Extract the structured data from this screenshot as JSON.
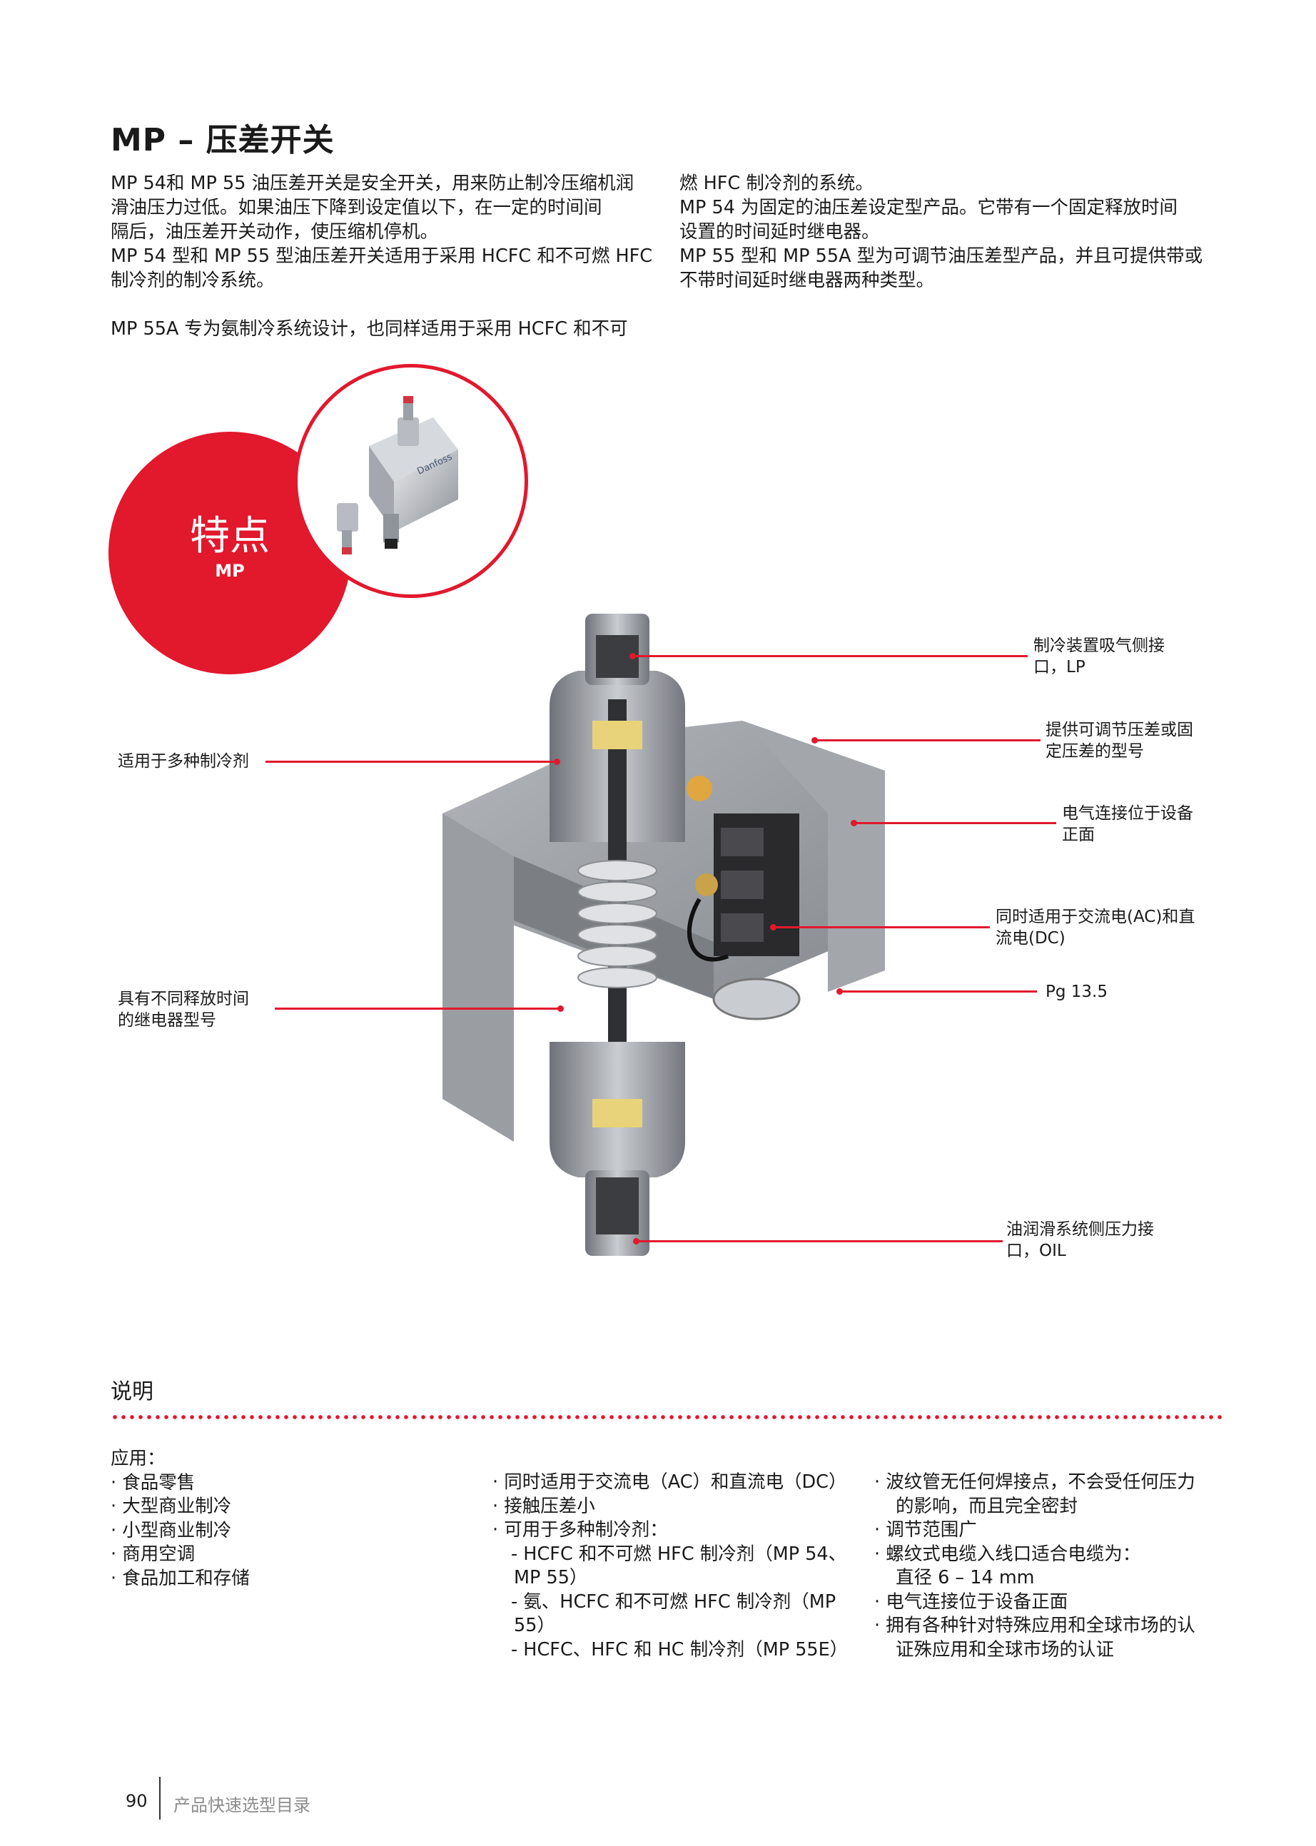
{
  "title": "MP – 压差开关",
  "intro_left": [
    "MP 54和 MP 55 油压差开关是安全开关，用来防止制冷压缩机润",
    "滑油压力过低。如果油压下降到设定值以下，在一定的时间间",
    "隔后，油压差开关动作，使压缩机停机。",
    "MP 54 型和 MP 55 型油压差开关适用于采用 HCFC 和不可燃 HFC",
    "制冷剂的制冷系统。",
    "",
    "MP 55A 专为氨制冷系统设计，也同样适用于采用 HCFC 和不可"
  ],
  "intro_right": [
    "燃 HFC 制冷剂的系统。",
    "MP 54 为固定的油压差设定型产品。它带有一个固定释放时间",
    "设置的时间延时继电器。",
    "MP 55 型和 MP 55A 型为可调节油压差型产品，并且可提供带或",
    "不带时间延时继电器两种类型。"
  ],
  "features": {
    "title": "特点",
    "subtitle": "MP"
  },
  "callouts_left": [
    [
      "适用于多种制冷剂"
    ],
    [
      "具有不同释放时间",
      "的继电器型号"
    ]
  ],
  "callouts_right": [
    [
      "制冷装置吸气侧接",
      "口，LP"
    ],
    [
      "提供可调节压差或固",
      "定压差的型号"
    ],
    [
      "电气连接位于设备",
      "正面"
    ],
    [
      "同时适用于交流电(AC)和直",
      "流电(DC)"
    ],
    [
      "Pg 13.5"
    ],
    [
      "油润滑系统侧压力接",
      "口，OIL"
    ]
  ],
  "description": {
    "heading": "说明",
    "col1": [
      {
        "t": "h",
        "text": "应用："
      },
      {
        "t": "b",
        "text": "· 食品零售"
      },
      {
        "t": "b",
        "text": "· 大型商业制冷"
      },
      {
        "t": "b",
        "text": "· 小型商业制冷"
      },
      {
        "t": "b",
        "text": "· 商用空调"
      },
      {
        "t": "b",
        "text": "· 食品加工和存储"
      }
    ],
    "col2": [
      {
        "t": "b",
        "text": "· 同时适用于交流电（AC）和直流电（DC）"
      },
      {
        "t": "b",
        "text": "· 接触压差小"
      },
      {
        "t": "b",
        "text": "· 可用于多种制冷剂："
      },
      {
        "t": "s",
        "text": "- HCFC 和不可燃 HFC 制冷剂（MP 54、"
      },
      {
        "t": "c2",
        "text": "MP 55）"
      },
      {
        "t": "s",
        "text": "- 氨、HCFC 和不可燃 HFC 制冷剂（MP"
      },
      {
        "t": "c2",
        "text": "55）"
      },
      {
        "t": "s",
        "text": "- HCFC、HFC 和 HC 制冷剂（MP 55E）"
      }
    ],
    "col3": [
      {
        "t": "b",
        "text": "· 波纹管无任何焊接点，不会受任何压力"
      },
      {
        "t": "c",
        "text": "的影响，而且完全密封"
      },
      {
        "t": "b",
        "text": "· 调节范围广"
      },
      {
        "t": "b",
        "text": "· 螺纹式电缆入线口适合电缆为："
      },
      {
        "t": "c",
        "text": "直径 6 – 14 mm"
      },
      {
        "t": "b",
        "text": "· 电气连接位于设备正面"
      },
      {
        "t": "b",
        "text": "· 拥有各种针对特殊应用和全球市场的认"
      },
      {
        "t": "c",
        "text": "证殊应用和全球市场的认证"
      }
    ]
  },
  "footer": {
    "page": "90",
    "catalog": "产品快速选型目录"
  },
  "colors": {
    "accent": "#e2182d"
  }
}
